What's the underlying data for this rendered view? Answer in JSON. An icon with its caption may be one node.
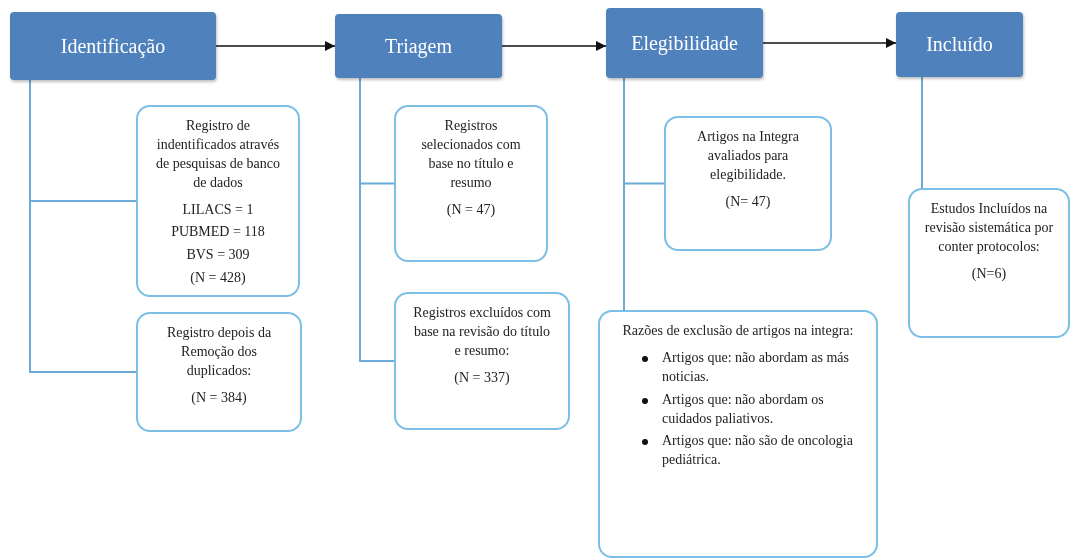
{
  "diagram": {
    "nodes": [
      {
        "text": [
          "Identificação"
        ]
      },
      {
        "text": [
          "Triagem"
        ]
      },
      {
        "text": [
          "Elegibilidade"
        ]
      },
      {
        "text": [
          "Incluído"
        ]
      },
      {
        "text": [
          "Registro de indentificados através de pesquisas de banco de dados",
          "LILACS = 1",
          "PUBMED = 118",
          "BVS = 309",
          "(N = 428)"
        ]
      },
      {
        "text": [
          "Registro depois da Remoção dos duplicados:",
          "(N = 384)"
        ]
      },
      {
        "text": [
          "Registros selecionados com base no título e resumo",
          "(N = 47)"
        ]
      },
      {
        "text": [
          "Registros excluídos com base na revisão do título e resumo:",
          "(N = 337)"
        ]
      },
      {
        "text": [
          "Artigos na Integra avaliados para elegibilidade.",
          "(N= 47)"
        ]
      },
      {
        "text": [
          "Razões de exclusão de artigos na integra:",
          "Artigos que: não abordam as más noticias.",
          "Artigos que: não abordam os cuidados paliativos.",
          "Artigos que: não são de oncologia pediátrica."
        ]
      },
      {
        "text": [
          "Estudos Incluídos na revisão sistemática por conter protocolos:",
          "(N=6)"
        ]
      }
    ],
    "edges": [
      {
        "from": 0,
        "to": 1,
        "arrow": "to",
        "color": "#111111"
      },
      {
        "from": 1,
        "to": 2,
        "arrow": "to",
        "color": "#111111"
      },
      {
        "from": 2,
        "to": 3,
        "arrow": "to",
        "color": "#111111"
      },
      {
        "from": 0,
        "to": 4,
        "arrow": "none"
      },
      {
        "from": 0,
        "to": 5,
        "arrow": "none"
      },
      {
        "from": 1,
        "to": 6,
        "arrow": "none"
      },
      {
        "from": 1,
        "to": 7,
        "arrow": "none"
      },
      {
        "from": 2,
        "to": 8,
        "arrow": "none"
      },
      {
        "from": 2,
        "to": 9,
        "arrow": "none"
      },
      {
        "from": 3,
        "to": 10,
        "arrow": "none"
      }
    ]
  }
}
